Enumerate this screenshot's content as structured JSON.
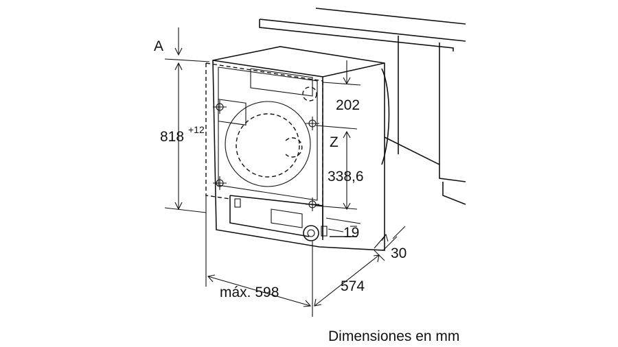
{
  "labels": {
    "a": "A",
    "height": "818",
    "height_tol": "+12",
    "d202": "202",
    "z": "Z",
    "d338": "338,6",
    "d19": "19",
    "d30": "30",
    "width": "máx. 598",
    "depth": "574"
  },
  "caption": "Dimensiones en mm"
}
